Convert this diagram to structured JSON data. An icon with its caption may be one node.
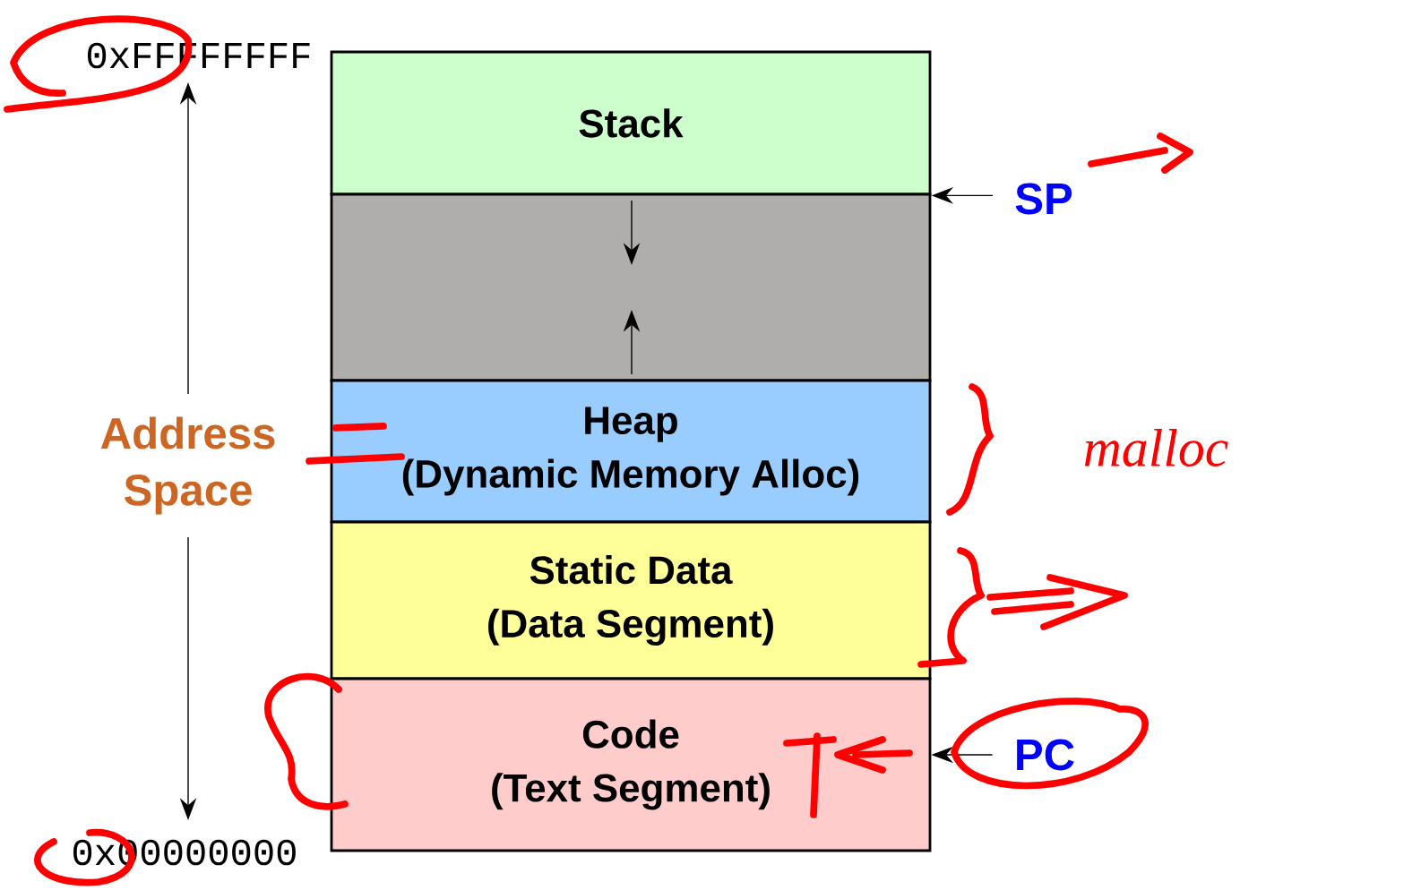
{
  "diagram": {
    "nodes": [
      {
        "text": [
          "Stack"
        ]
      },
      {
        "text": [],
        "shape": "box"
      },
      {
        "text": [
          "Heap",
          "(Dynamic Memory Alloc)"
        ]
      },
      {
        "text": [
          "Static Data",
          "(Data Segment)"
        ]
      },
      {
        "text": [
          "Code",
          "(Text Segment)"
        ]
      },
      {
        "text": [
          "SP"
        ]
      },
      {
        "text": [
          "PC"
        ]
      }
    ],
    "edges": [
      {
        "from": 5,
        "to": 0,
        "arrow": "to"
      },
      {
        "from": 6,
        "to": 4,
        "arrow": "to"
      }
    ],
    "labels": [
      "0xFFFFFFFF",
      "Address Space",
      "0x00000000",
      "malloc"
    ]
  }
}
